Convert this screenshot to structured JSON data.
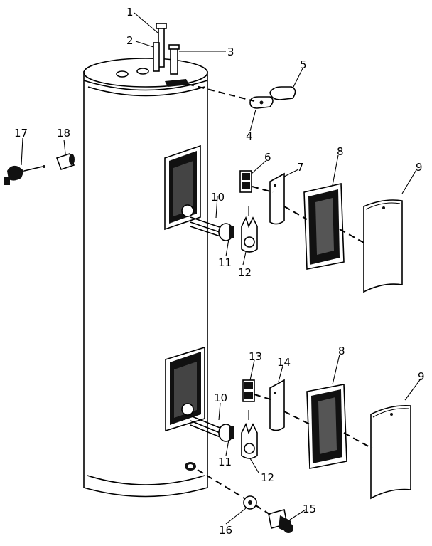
{
  "diagram": {
    "callouts": [
      {
        "id": "c1",
        "text": "1"
      },
      {
        "id": "c2",
        "text": "2"
      },
      {
        "id": "c3",
        "text": "3"
      },
      {
        "id": "c4",
        "text": "4"
      },
      {
        "id": "c5",
        "text": "5"
      },
      {
        "id": "c6",
        "text": "6"
      },
      {
        "id": "c7",
        "text": "7"
      },
      {
        "id": "c8a",
        "text": "8"
      },
      {
        "id": "c9a",
        "text": "9"
      },
      {
        "id": "c10a",
        "text": "10"
      },
      {
        "id": "c11a",
        "text": "11"
      },
      {
        "id": "c12a",
        "text": "12"
      },
      {
        "id": "c13",
        "text": "13"
      },
      {
        "id": "c14",
        "text": "14"
      },
      {
        "id": "c8b",
        "text": "8"
      },
      {
        "id": "c9b",
        "text": "9"
      },
      {
        "id": "c10b",
        "text": "10"
      },
      {
        "id": "c11b",
        "text": "11"
      },
      {
        "id": "c12b",
        "text": "12"
      },
      {
        "id": "c15",
        "text": "15"
      },
      {
        "id": "c16",
        "text": "16"
      },
      {
        "id": "c17",
        "text": "17"
      },
      {
        "id": "c18",
        "text": "18"
      }
    ]
  }
}
